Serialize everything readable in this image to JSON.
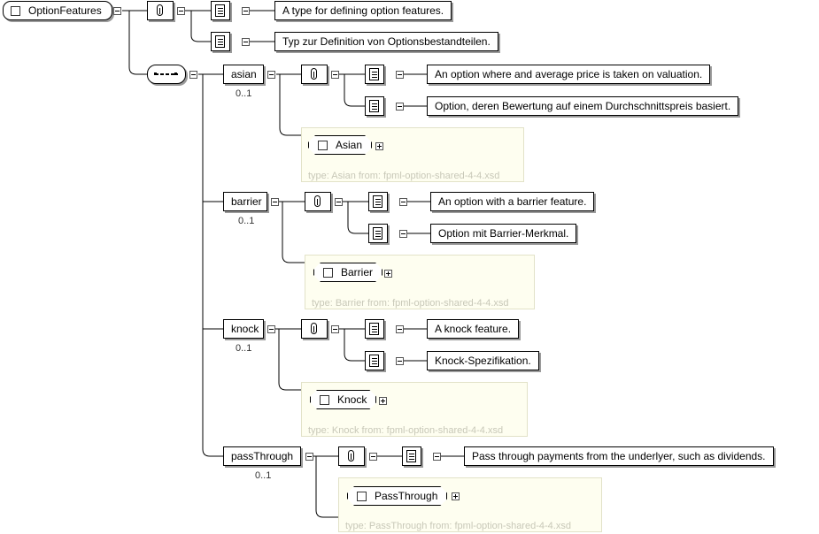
{
  "root": {
    "name": "OptionFeatures"
  },
  "root_docs": [
    "A type for defining option features.",
    "Typ zur Definition von Optionsbestandteilen."
  ],
  "elements": [
    {
      "name": "asian",
      "occurs": "0..1",
      "doc_en": "An option where and average price is taken on valuation.",
      "doc_de": "Option, deren Bewertung auf einem Durchschnittspreis basiert.",
      "type_name": "Asian",
      "type_info": "type: Asian from: fpml-option-shared-4-4.xsd"
    },
    {
      "name": "barrier",
      "occurs": "0..1",
      "doc_en": "An option with a barrier feature.",
      "doc_de": "Option mit Barrier-Merkmal.",
      "type_name": "Barrier",
      "type_info": "type: Barrier from: fpml-option-shared-4-4.xsd"
    },
    {
      "name": "knock",
      "occurs": "0..1",
      "doc_en": "A knock feature.",
      "doc_de": "Knock-Spezifikation.",
      "type_name": "Knock",
      "type_info": "type: Knock from: fpml-option-shared-4-4.xsd"
    },
    {
      "name": "passThrough",
      "occurs": "0..1",
      "doc_en": "Pass through payments from the underlyer, such as dividends.",
      "type_name": "PassThrough",
      "type_info": "type: PassThrough from: fpml-option-shared-4-4.xsd"
    }
  ],
  "colors": {
    "type_box_bg": "#fefef0",
    "type_info_text": "#c8c8b8",
    "shadow": "#9a9a9a"
  },
  "icons": {
    "annotation": "paperclip-icon",
    "documentation": "document-icon",
    "sequence": "sequence-icon",
    "complex_type": "checkbox-icon",
    "collapse": "minus-toggle-icon",
    "expand": "plus-toggle-icon"
  }
}
